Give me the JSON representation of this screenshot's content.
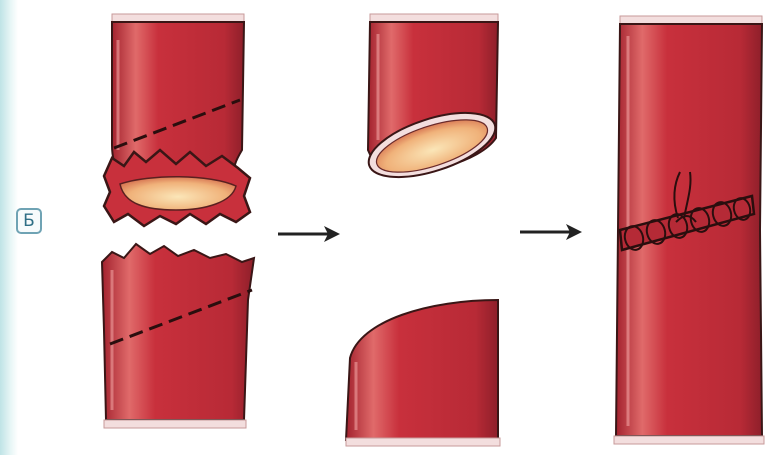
{
  "figure": {
    "panel_label": "Б"
  },
  "colors": {
    "vessel": "#c8303c",
    "vessel_dark": "#8e1f2a",
    "vessel_highlight": "#e86a6a",
    "lumen": "#f4c79b",
    "outline": "#3a1616",
    "arrow": "#222222",
    "label_border": "#6fa3b4",
    "label_text": "#2f6f86"
  },
  "icons": [
    "torn-vessel-upper-end",
    "torn-vessel-lower-end",
    "trimmed-vessel-upper-end",
    "trimmed-vessel-lower-end",
    "sutured-vessel",
    "right-arrow-icon"
  ]
}
